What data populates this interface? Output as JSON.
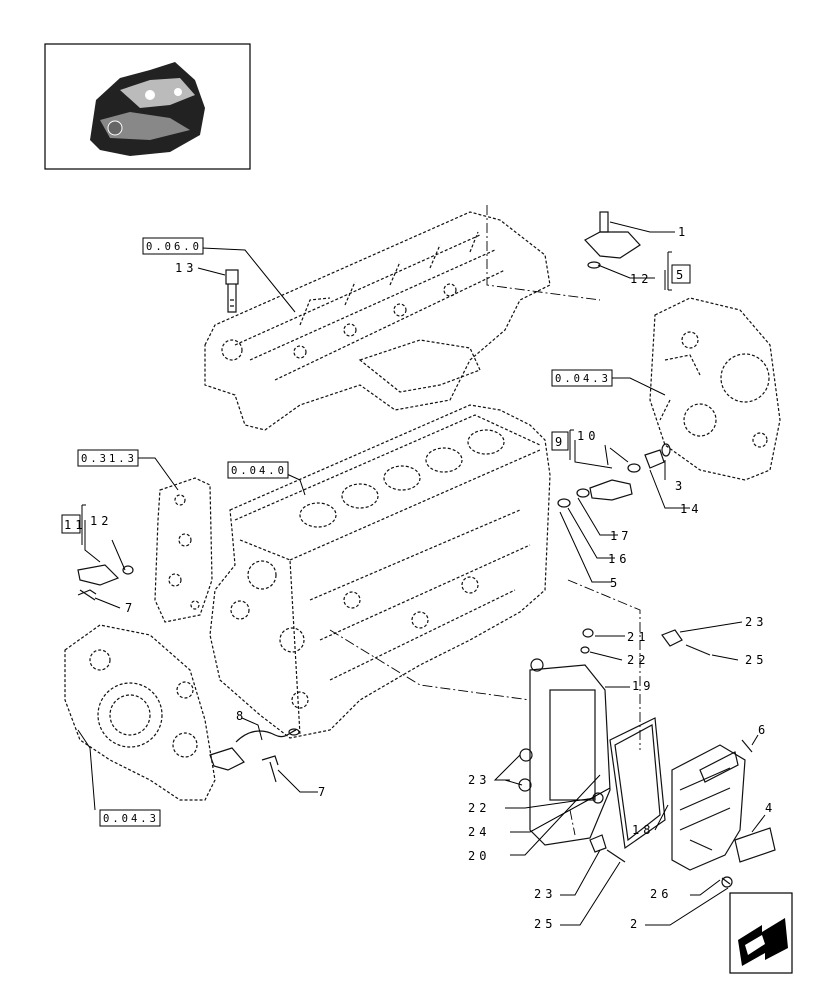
{
  "callouts": [
    "1",
    "12",
    "13",
    "10",
    "3",
    "14",
    "17",
    "16",
    "5",
    "21",
    "22",
    "23",
    "25",
    "19",
    "6",
    "4",
    "18",
    "8",
    "7",
    "12",
    "7",
    "23",
    "22",
    "24",
    "20",
    "23",
    "25",
    "26",
    "2"
  ],
  "refs": [
    "0.06.0",
    "0.04.3",
    "0.31.3",
    "0.04.0",
    "0.04.3"
  ],
  "boxed": [
    "5",
    "9",
    "11"
  ],
  "icons": {
    "thumbnail": "engine-thumbnail-icon",
    "nav": "next-page-arrow-icon"
  }
}
